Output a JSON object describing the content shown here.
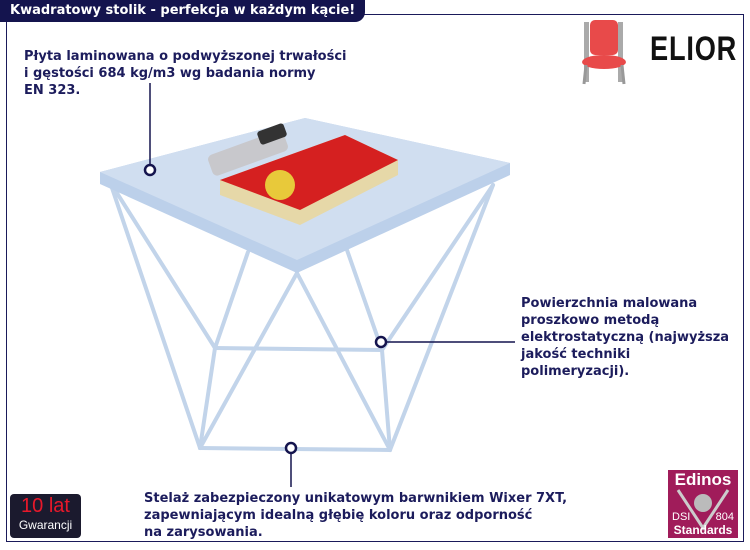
{
  "title": "Kwadratowy stolik - perfekcja w każdym kącie!",
  "callouts": {
    "top": "Płyta laminowana o podwyższonej trwałości\ni gęstości 684 kg/m3 wg badania normy\nEN 323.",
    "right": "Powierzchnia malowana\nproszkowo metodą\nelektrostatyczną (najwyższa\njakość techniki\npolimeryzacji).",
    "bottom": "Stelaż zabezpieczony unikatowym barwnikiem Wixer 7XT,\nzapewniającym idealną głębię koloru oraz odporność\nna zarysowania."
  },
  "brand": {
    "name": "ELIOR",
    "icon": "chair-icon"
  },
  "warranty": {
    "years": "10 lat",
    "label": "Gwarancji"
  },
  "certificate": {
    "name": "Edinos",
    "left": "DSI",
    "right": "804",
    "bottom": "Standards"
  },
  "colors": {
    "navy": "#14144e",
    "table": "#c9d9ee",
    "chair": "#e84a4a",
    "cert": "#a01c5a"
  }
}
